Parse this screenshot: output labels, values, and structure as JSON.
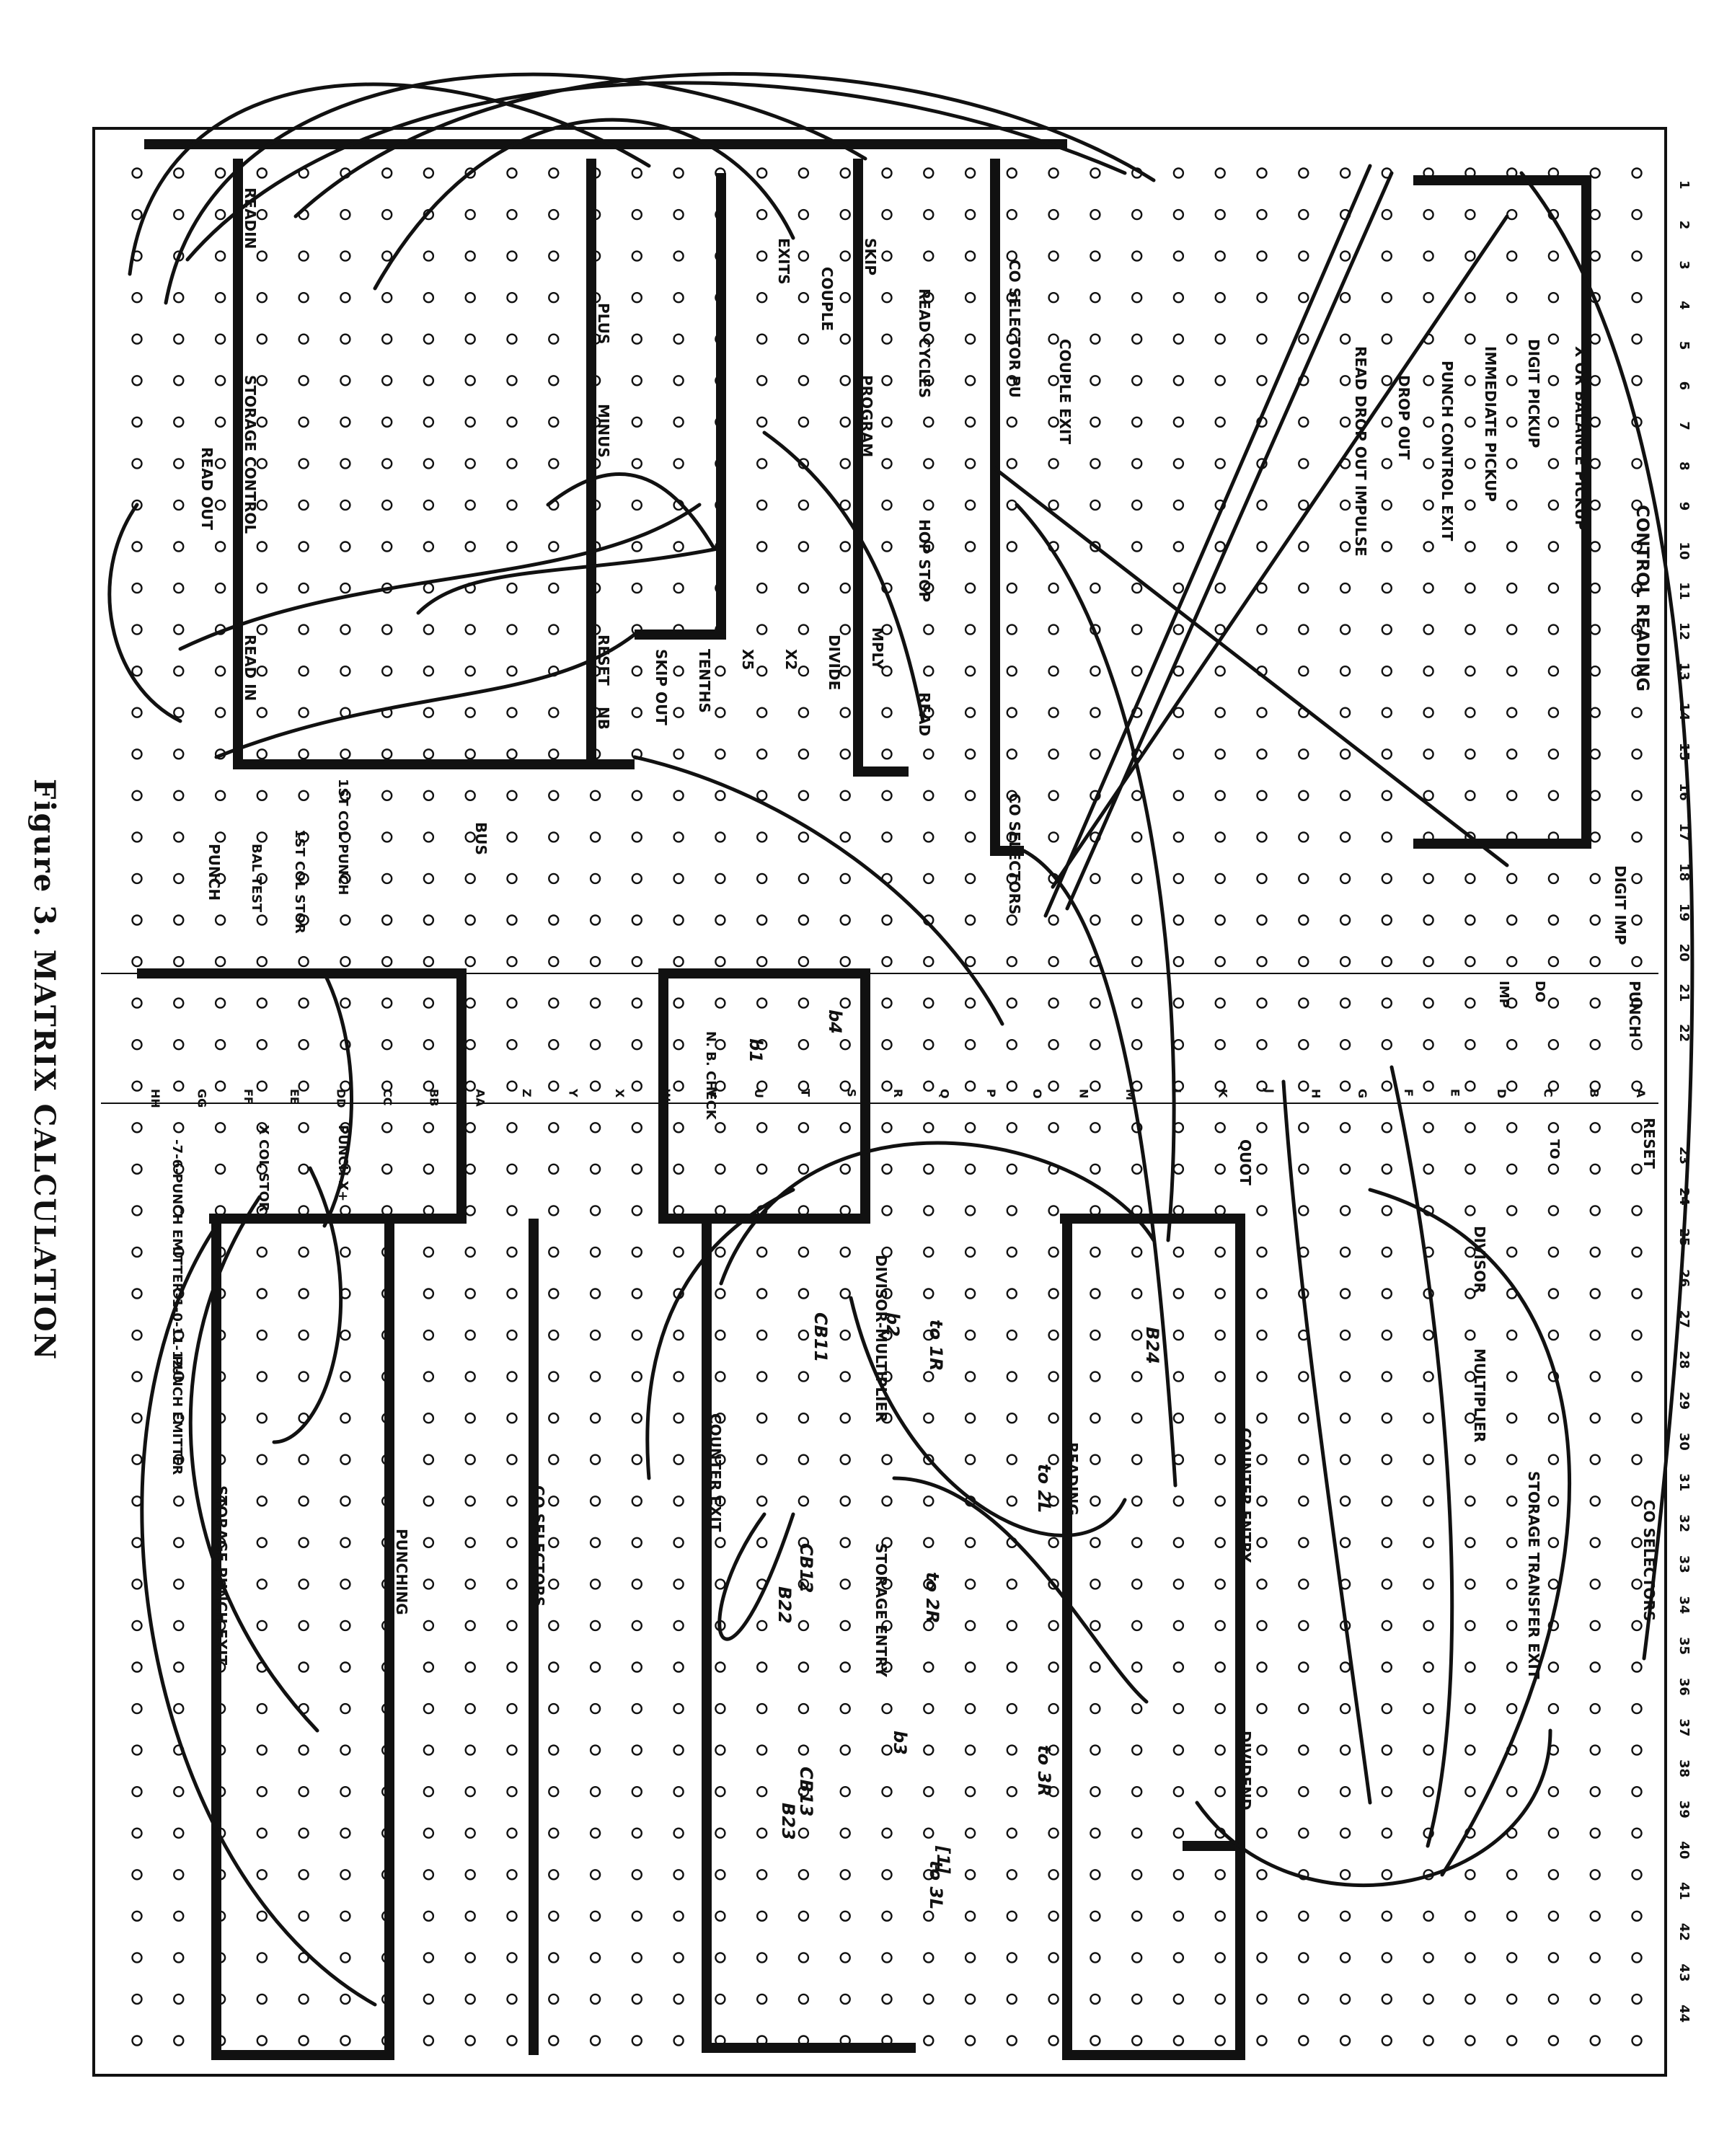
{
  "caption": "Figure 3. MATRIX CALCULATION",
  "panel": {
    "column_numbers_top": [
      "1",
      "2",
      "3",
      "4",
      "5",
      "6",
      "7",
      "8",
      "9",
      "10",
      "11",
      "12",
      "13",
      "14",
      "15",
      "16",
      "17",
      "18",
      "19",
      "20",
      "21",
      "22"
    ],
    "column_numbers_bottom": [
      "23",
      "24",
      "25",
      "26",
      "27",
      "28",
      "29",
      "30",
      "31",
      "32",
      "33",
      "34",
      "35",
      "36",
      "37",
      "38",
      "39",
      "40",
      "41",
      "42",
      "43",
      "44"
    ],
    "row_letters": [
      "A",
      "B",
      "C",
      "D",
      "E",
      "F",
      "G",
      "H",
      "J",
      "K",
      "L",
      "M",
      "N",
      "O",
      "P",
      "Q",
      "R",
      "S",
      "T",
      "U",
      "V",
      "W",
      "X",
      "Y",
      "Z",
      "AA",
      "BB",
      "CC",
      "DD",
      "EE",
      "FF",
      "GG",
      "HH"
    ],
    "labels": {
      "control_reading": "CONTROL READING",
      "x_or_balance_pickup": "X OR BALANCE PICKUP",
      "digit_pickup": "DIGIT PICKUP",
      "immediate_pickup": "IMMEDIATE PICKUP",
      "punch_control_exit": "PUNCH CONTROL EXIT",
      "drop_out": "DROP OUT",
      "read_drop_out_impulse": "READ DROP OUT IMPULSE",
      "digit_imp": "DIGIT IMP",
      "punch": "PUNCH",
      "do": "DO",
      "imp": "IMP",
      "couple_exit": "COUPLE EXIT",
      "co_selector_pu": "CO SELECTOR PU",
      "co_selectors_upper": "CO SELECTORS",
      "read_cycles": "READ CYCLES",
      "program": "PROGRAM",
      "skip": "SKIP",
      "couple": "COUPLE",
      "exits": "EXITS",
      "hop_stop": "HOP STOP",
      "read": "READ",
      "mply": "MPLY",
      "divide": "DIVIDE",
      "x2": "X2",
      "x5": "X5",
      "tenths": "TENTHS",
      "skip_out": "SKIP OUT",
      "readin": "READIN",
      "storage_control": "STORAGE CONTROL",
      "read_out": "READ OUT",
      "read_in": "READ IN",
      "punch_left": "PUNCH",
      "minus": "MINUS",
      "plus": "PLUS",
      "reset": "RESET",
      "nb": "NB",
      "bus": "BUS",
      "first_col_punch": "1ST COL PUNCH",
      "first_col_stor": "1ST COL STOR",
      "bal_test": "BAL TEST",
      "x_col_stor": "X COL STOR",
      "punch_x_plus": "PUNCH X+",
      "punch_emitter": "PUNCH EMITTER",
      "storage_punch_exit": "STORAGE PUNCH EXIT",
      "punching": "PUNCHING",
      "co_selectors_bottom": "CO SELECTORS",
      "counter_exit": "COUNTER EXIT",
      "n_b_check": "N. B. CHECK",
      "divisor_multiplier": "DIVISOR-MULTIPLIER",
      "storage_entry": "STORAGE ENTRY",
      "reading": "READING",
      "counter_entry": "COUNTER ENTRY",
      "dividend": "DIVIDEND",
      "quot": "QUOT",
      "divisor": "DIVISOR",
      "multiplier": "MULTIPLIER",
      "storage_transfer_exit": "STORAGE TRANSFER EXIT",
      "co_selectors_right": "CO SELECTORS",
      "reset_right": "RESET",
      "to": "TO"
    },
    "hand_notes": [
      "to 1R",
      "to 2L",
      "to 2R",
      "to 3R",
      "to 3L",
      "B24",
      "B22",
      "B23",
      "b1",
      "b2",
      "b3",
      "b4",
      "CB11",
      "CB12",
      "CB13",
      "[1]"
    ],
    "punch_emitter_digits": "-7-6-PUNCH EMITTER-1-0-11-12-"
  }
}
